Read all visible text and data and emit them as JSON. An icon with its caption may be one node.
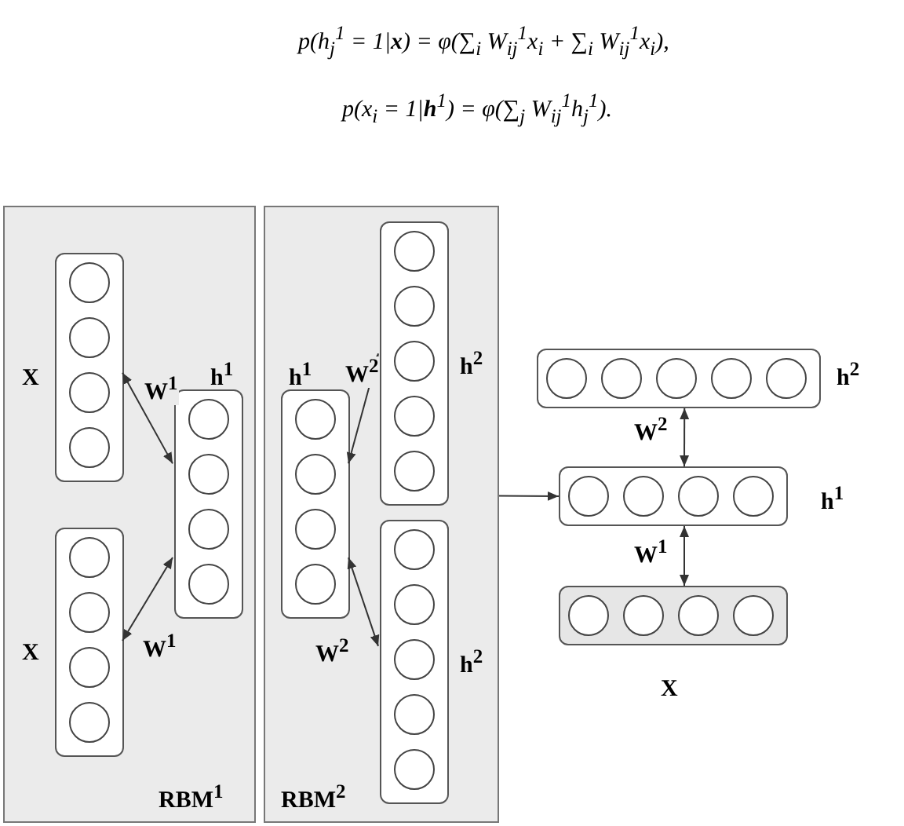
{
  "diagram": {
    "nodes": [
      {
        "text": [
          "RBM$^{1}$"
        ]
      },
      {
        "text": [
          "X"
        ],
        "in": 0
      },
      {
        "text": [],
        "shape": "circle",
        "in": 1
      },
      {
        "text": [],
        "shape": "circle",
        "in": 1
      },
      {
        "text": [],
        "shape": "circle",
        "in": 1
      },
      {
        "text": [],
        "shape": "circle",
        "in": 1
      },
      {
        "text": [
          "h$^{1}$"
        ],
        "in": 0
      },
      {
        "text": [],
        "shape": "circle",
        "in": 6
      },
      {
        "text": [],
        "shape": "circle",
        "in": 6
      },
      {
        "text": [],
        "shape": "circle",
        "in": 6
      },
      {
        "text": [],
        "shape": "circle",
        "in": 6
      },
      {
        "text": [
          "X"
        ],
        "in": 0
      },
      {
        "text": [],
        "shape": "circle",
        "in": 11
      },
      {
        "text": [],
        "shape": "circle",
        "in": 11
      },
      {
        "text": [],
        "shape": "circle",
        "in": 11
      },
      {
        "text": [],
        "shape": "circle",
        "in": 11
      },
      {
        "text": [
          "RBM$^{2}$"
        ]
      },
      {
        "text": [
          "h$^{2}$"
        ],
        "in": 16
      },
      {
        "text": [],
        "shape": "circle",
        "in": 17
      },
      {
        "text": [],
        "shape": "circle",
        "in": 17
      },
      {
        "text": [],
        "shape": "circle",
        "in": 17
      },
      {
        "text": [],
        "shape": "circle",
        "in": 17
      },
      {
        "text": [],
        "shape": "circle",
        "in": 17
      },
      {
        "text": [
          "h$^{1}$"
        ],
        "in": 16
      },
      {
        "text": [],
        "shape": "circle",
        "in": 23
      },
      {
        "text": [],
        "shape": "circle",
        "in": 23
      },
      {
        "text": [],
        "shape": "circle",
        "in": 23
      },
      {
        "text": [],
        "shape": "circle",
        "in": 23
      },
      {
        "text": [
          "h$^{2}$"
        ],
        "in": 16
      },
      {
        "text": [],
        "shape": "circle",
        "in": 28
      },
      {
        "text": [],
        "shape": "circle",
        "in": 28
      },
      {
        "text": [],
        "shape": "circle",
        "in": 28
      },
      {
        "text": [],
        "shape": "circle",
        "in": 28
      },
      {
        "text": [],
        "shape": "circle",
        "in": 28
      },
      {
        "text": [
          "h$^{2}$"
        ]
      },
      {
        "text": [],
        "shape": "circle",
        "in": 34
      },
      {
        "text": [],
        "shape": "circle",
        "in": 34
      },
      {
        "text": [],
        "shape": "circle",
        "in": 34
      },
      {
        "text": [],
        "shape": "circle",
        "in": 34
      },
      {
        "text": [],
        "shape": "circle",
        "in": 34
      },
      {
        "text": [
          "h$^{1}$"
        ]
      },
      {
        "text": [],
        "shape": "circle",
        "in": 40
      },
      {
        "text": [],
        "shape": "circle",
        "in": 40
      },
      {
        "text": [],
        "shape": "circle",
        "in": 40
      },
      {
        "text": [],
        "shape": "circle",
        "in": 40
      },
      {
        "text": [
          "X"
        ]
      },
      {
        "text": [],
        "shape": "circle",
        "in": 45
      },
      {
        "text": [],
        "shape": "circle",
        "in": 45
      },
      {
        "text": [],
        "shape": "circle",
        "in": 45
      },
      {
        "text": [],
        "shape": "circle",
        "in": 45
      }
    ],
    "edges": [
      {
        "from": 1,
        "to": 6,
        "arrow": "both",
        "label": "W$^{1}$"
      },
      {
        "from": 11,
        "to": 6,
        "arrow": "both",
        "label": "W$^{1}$"
      },
      {
        "from": 23,
        "to": 17,
        "arrow": "both",
        "label": "W$^{2}$"
      },
      {
        "from": 23,
        "to": 28,
        "arrow": "both",
        "label": "W$^{2}$"
      },
      {
        "from": 16,
        "to": 40,
        "arrow": "to"
      },
      {
        "from": 34,
        "to": 40,
        "arrow": "both",
        "label": "W$^{2}$"
      },
      {
        "from": 40,
        "to": 45,
        "arrow": "both",
        "label": "W$^{1}$"
      }
    ],
    "labels": [
      "p(h$_{j}$$^{1}$ = 1|**x**) = φ(∑$_{i}$ W$_{ij}$$^{1}$x$_{i}$ + ∑$_{i}$ W$_{ij}$$^{1}$x$_{i}$),",
      "p(x$_{i}$ = 1|**h**$^{1}$) = φ(∑$_{j}$ W$_{ij}$$^{1}$h$_{j}$$^{1}$)."
    ]
  }
}
